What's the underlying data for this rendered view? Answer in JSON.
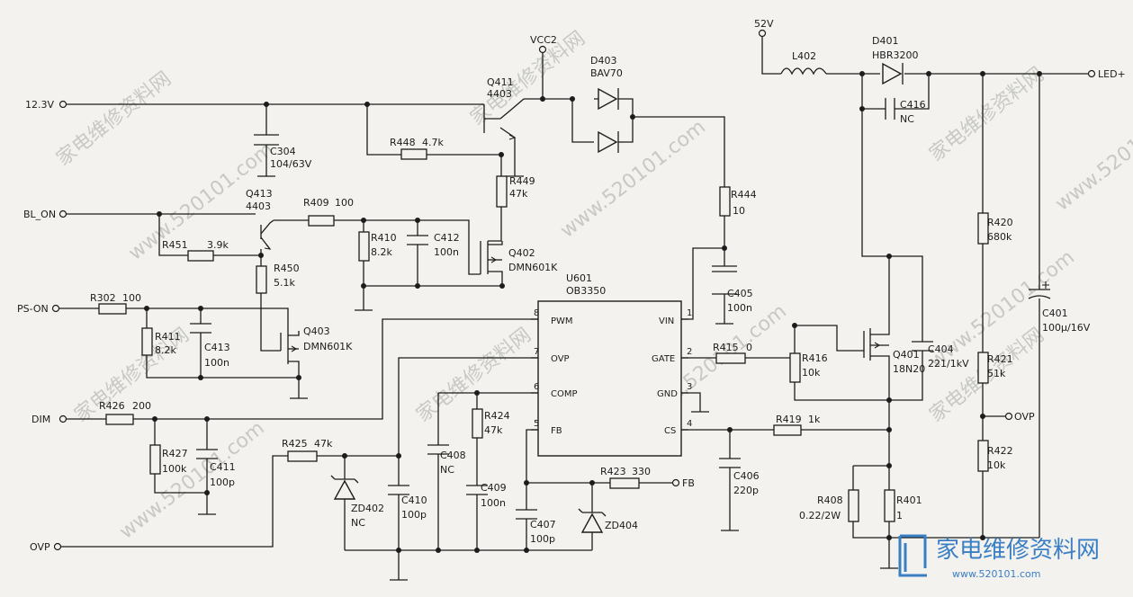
{
  "nets": {
    "v12": "12.3V",
    "bl_on": "BL_ON",
    "ps_on": "PS-ON",
    "dim": "DIM",
    "ovp_in": "OVP",
    "vcc2": "VCC2",
    "v52": "52V",
    "led_plus": "LED+",
    "ovp_out": "OVP",
    "fb": "FB"
  },
  "components": {
    "c304": {
      "ref": "C304",
      "value": "104/63V"
    },
    "q411": {
      "ref": "Q411",
      "value": "4403"
    },
    "r448": {
      "ref": "R448",
      "value": "4.7k"
    },
    "r449": {
      "ref": "R449",
      "value": "47k"
    },
    "d403": {
      "ref": "D403",
      "value": "BAV70"
    },
    "r444": {
      "ref": "R444",
      "value": "10"
    },
    "c405": {
      "ref": "C405",
      "value": "100n"
    },
    "q413": {
      "ref": "Q413",
      "value": "4403"
    },
    "r409": {
      "ref": "R409",
      "value": "100"
    },
    "r410": {
      "ref": "R410",
      "value": "8.2k"
    },
    "c412": {
      "ref": "C412",
      "value": "100n"
    },
    "q402": {
      "ref": "Q402",
      "value": "DMN601K"
    },
    "r451": {
      "ref": "R451",
      "value": "3.9k"
    },
    "r450": {
      "ref": "R450",
      "value": "5.1k"
    },
    "r302": {
      "ref": "R302",
      "value": "100"
    },
    "r411": {
      "ref": "R411",
      "value": "8.2k"
    },
    "c413": {
      "ref": "C413",
      "value": "100n"
    },
    "q403": {
      "ref": "Q403",
      "value": "DMN601K"
    },
    "r426": {
      "ref": "R426",
      "value": "200"
    },
    "r427": {
      "ref": "R427",
      "value": "100k"
    },
    "c411": {
      "ref": "C411",
      "value": "100p"
    },
    "r425": {
      "ref": "R425",
      "value": "47k"
    },
    "zd402": {
      "ref": "ZD402",
      "value": "NC"
    },
    "c410": {
      "ref": "C410",
      "value": "100p"
    },
    "c408": {
      "ref": "C408",
      "value": "NC"
    },
    "r424": {
      "ref": "R424",
      "value": "47k"
    },
    "c409": {
      "ref": "C409",
      "value": "100n"
    },
    "c407": {
      "ref": "C407",
      "value": "100p"
    },
    "zd404": {
      "ref": "ZD404",
      "value": ""
    },
    "r423": {
      "ref": "R423",
      "value": "330"
    },
    "u601": {
      "ref": "U601",
      "value": "OB3350"
    },
    "r415": {
      "ref": "R415",
      "value": "0"
    },
    "r416": {
      "ref": "R416",
      "value": "10k"
    },
    "c406": {
      "ref": "C406",
      "value": "220p"
    },
    "r419": {
      "ref": "R419",
      "value": "1k"
    },
    "r408": {
      "ref": "R408",
      "value": "0.22/2W"
    },
    "r401": {
      "ref": "R401",
      "value": "1"
    },
    "q401": {
      "ref": "Q401",
      "value": "18N20"
    },
    "c404": {
      "ref": "C404",
      "value": "221/1kV"
    },
    "l402": {
      "ref": "L402",
      "value": ""
    },
    "d401": {
      "ref": "D401",
      "value": "HBR3200"
    },
    "c416": {
      "ref": "C416",
      "value": "NC"
    },
    "r420": {
      "ref": "R420",
      "value": "680k"
    },
    "r421": {
      "ref": "R421",
      "value": "51k"
    },
    "r422": {
      "ref": "R422",
      "value": "10k"
    },
    "c401": {
      "ref": "C401",
      "value": "100μ/16V"
    }
  },
  "ic_pins": [
    {
      "num": "8",
      "name": "PWM"
    },
    {
      "num": "7",
      "name": "OVP"
    },
    {
      "num": "6",
      "name": "COMP"
    },
    {
      "num": "5",
      "name": "FB"
    },
    {
      "num": "1",
      "name": "VIN"
    },
    {
      "num": "2",
      "name": "GATE"
    },
    {
      "num": "3",
      "name": "GND"
    },
    {
      "num": "4",
      "name": "CS"
    }
  ],
  "watermarks": {
    "brand": "家电维修资料网",
    "url": "www.520101.com",
    "logo_text": "家电维修资料网",
    "logo_url": "www.520101.com"
  },
  "colors": {
    "paper": "#f3f2ee",
    "ink": "#1c1c1c",
    "watermark": "#c8c8c4",
    "logo": "#3a7fc4"
  }
}
